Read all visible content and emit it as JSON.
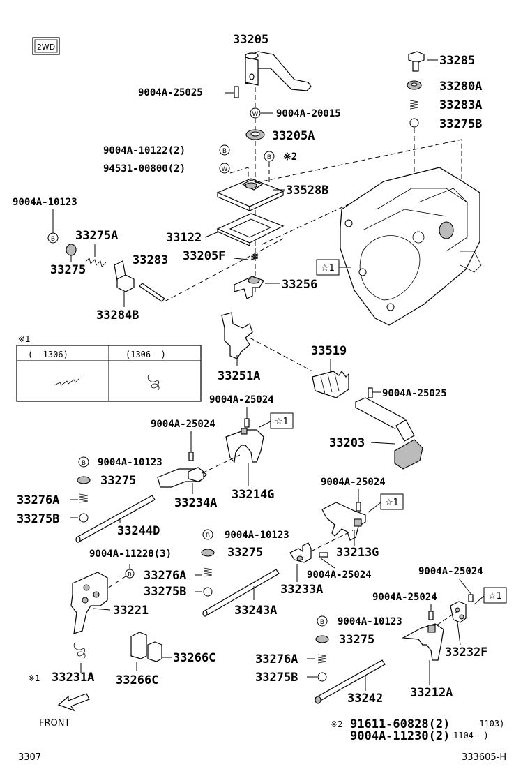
{
  "badge_2wd": "2WD",
  "labels": {
    "p33205": "33205",
    "p9004a25025_top": "9004A-25025",
    "p9004a20015": "9004A-20015",
    "p33205a": "33205A",
    "p9004a10122": "9004A-10122(2)",
    "p94531": "94531-00800(2)",
    "p_b_note2": "※2",
    "p33528b": "33528B",
    "p33122": "33122",
    "p33205f": "33205F",
    "p33256": "33256",
    "p9004a10123_left": "9004A-10123",
    "p33275a": "33275A",
    "p33283": "33283",
    "p33275_left": "33275",
    "p33284b": "33284B",
    "p33285": "33285",
    "p33280a": "33280A",
    "p33283a": "33283A",
    "p33275b_top": "33275B",
    "p33519": "33519",
    "p33251a": "33251A",
    "p9004a25025_mid": "9004A-25025",
    "p33203": "33203",
    "p9004a25024_a": "9004A-25024",
    "p9004a25024_b": "9004A-25024",
    "p9004a10123_b": "9004A-10123",
    "p33275_b": "33275",
    "p33276a_b": "33276A",
    "p33275b_b": "33275B",
    "p33234a": "33234A",
    "p33214g": "33214G",
    "p33244d": "33244D",
    "p9004a25024_c": "9004A-25024",
    "p9004a10123_c": "9004A-10123",
    "p33275_c": "33275",
    "p33276a_c": "33276A",
    "p33275b_c": "33275B",
    "p33213g": "33213G",
    "p9004a25024_d": "9004A-25024",
    "p33233a": "33233A",
    "p33243a": "33243A",
    "p9004a11228": "9004A-11228(3)",
    "p33221": "33221",
    "p33266c_a": "33266C",
    "p33266c_b": "33266C",
    "p_note1": "※1",
    "p33231a": "33231A",
    "p9004a25024_e": "9004A-25024",
    "p9004a25024_f": "9004A-25024",
    "p33232f": "33232F",
    "p9004a10123_d": "9004A-10123",
    "p33275_d": "33275",
    "p33276a_d": "33276A",
    "p33275b_d": "33275B",
    "p33212a": "33212A",
    "p33242": "33242"
  },
  "star_marker": "☆1",
  "bolt_marker_b": "B",
  "washer_marker_w": "W",
  "note1_box": {
    "title": "※1",
    "col1": "(      -1306)",
    "col2": "(1306-      )"
  },
  "footnote2": {
    "mark": "※2",
    "line1": "91611-60828(2)",
    "line1_range": "-1103)",
    "line2": "9004A-11230(2)",
    "line2_range": "1104-       )"
  },
  "front_label": "FRONT",
  "footer_left": "3307",
  "footer_right": "333605-H"
}
